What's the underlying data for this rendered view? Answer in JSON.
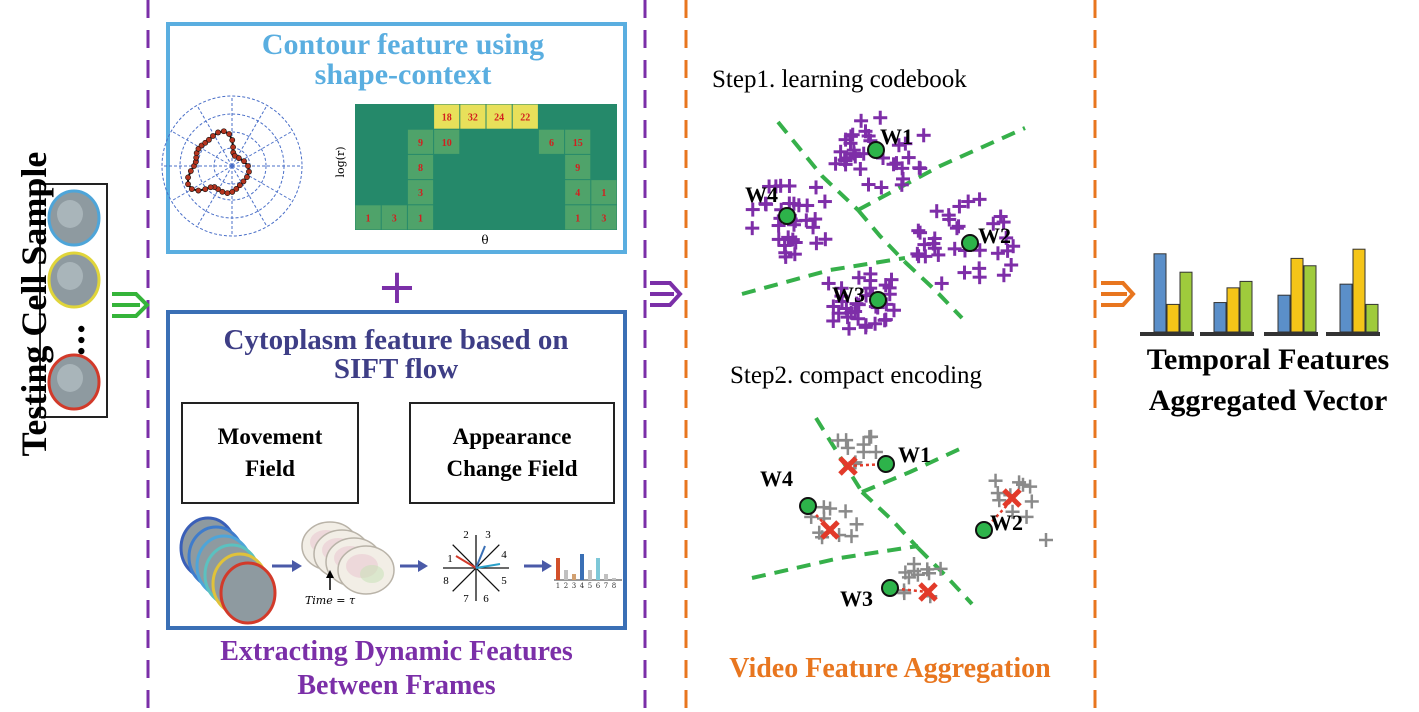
{
  "sample": {
    "title": "Testing Cell Sample",
    "ellipsis": "…",
    "cell_colors": [
      "#4ea5d9",
      "#e0d53a",
      "#d23a2a"
    ]
  },
  "contour_box": {
    "title": "Contour feature using shape-context",
    "ylabel": "log(r)",
    "xlabel": "θ",
    "grid_values": [
      {
        "row": 0,
        "col": 3,
        "v": "18"
      },
      {
        "row": 0,
        "col": 4,
        "v": "32"
      },
      {
        "row": 0,
        "col": 5,
        "v": "24"
      },
      {
        "row": 0,
        "col": 6,
        "v": "22"
      },
      {
        "row": 1,
        "col": 2,
        "v": "9"
      },
      {
        "row": 1,
        "col": 3,
        "v": "10"
      },
      {
        "row": 1,
        "col": 7,
        "v": "6"
      },
      {
        "row": 1,
        "col": 8,
        "v": "15"
      },
      {
        "row": 2,
        "col": 2,
        "v": "8"
      },
      {
        "row": 2,
        "col": 8,
        "v": "9"
      },
      {
        "row": 3,
        "col": 2,
        "v": "3"
      },
      {
        "row": 3,
        "col": 8,
        "v": "4"
      },
      {
        "row": 3,
        "col": 9,
        "v": "1"
      },
      {
        "row": 4,
        "col": 0,
        "v": "1"
      },
      {
        "row": 4,
        "col": 1,
        "v": "3"
      },
      {
        "row": 4,
        "col": 2,
        "v": "1"
      },
      {
        "row": 4,
        "col": 8,
        "v": "1"
      },
      {
        "row": 4,
        "col": 9,
        "v": "3"
      }
    ]
  },
  "plus_sign": "+",
  "sift_box": {
    "title": "Cytoplasm feature based on SIFT flow",
    "movement_field": "Movement\nField",
    "appearance_field": "Appearance\nChange Field",
    "time_label": "Time = τ",
    "direction_labels": [
      "1",
      "2",
      "3",
      "4",
      "5",
      "6",
      "7",
      "8"
    ],
    "hist_labels": [
      "1",
      "2",
      "3",
      "4",
      "5",
      "6",
      "7",
      "8"
    ]
  },
  "extract_label": "Extracting Dynamic Features Between Frames",
  "aggregation": {
    "step1": "Step1. learning codebook",
    "step2": "Step2. compact encoding",
    "step1_words": [
      "W1",
      "W4",
      "W2",
      "W3"
    ],
    "step2_words": [
      "W1",
      "W4",
      "W2",
      "W3"
    ],
    "label": "Video Feature Aggregation"
  },
  "output": {
    "label": "Temporal Features\nAggregated  Vector",
    "bar_colors": [
      "#5b8fc9",
      "#f5c518",
      "#9fcb3c"
    ],
    "histograms": [
      {
        "values": [
          0.85,
          0.3,
          0.65
        ]
      },
      {
        "values": [
          0.32,
          0.48,
          0.55
        ]
      },
      {
        "values": [
          0.4,
          0.8,
          0.72
        ]
      },
      {
        "values": [
          0.52,
          0.9,
          0.3
        ]
      }
    ]
  },
  "colors": {
    "purple": "#7b2fa8",
    "orange": "#e8761f",
    "green_arrow": "#35b43a",
    "light_blue": "#5aaee0",
    "dark_blue": "#3a6fb5",
    "dash_green": "#36b04a",
    "point_purple": "#7e2ea8",
    "grid_green": "#25896a",
    "grid_yellow": "#e8e05a",
    "point_gray": "#8a8a8a",
    "cross_red": "#e23a2a",
    "codeword_green": "#2db34a"
  }
}
